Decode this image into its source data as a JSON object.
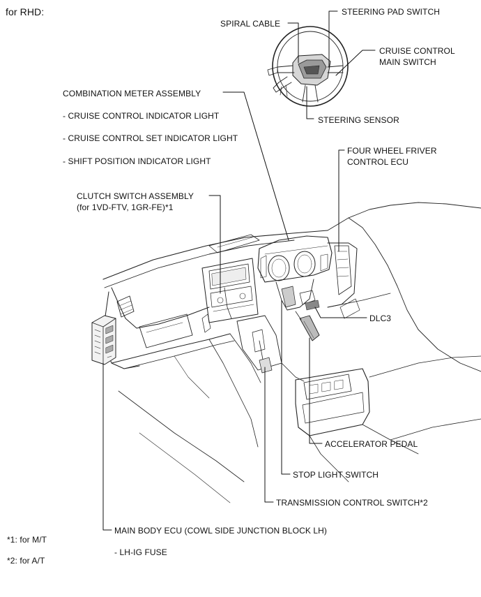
{
  "header": "for RHD:",
  "labels": {
    "spiral_cable": "SPIRAL CABLE",
    "steering_pad_switch": "STEERING PAD SWITCH",
    "cruise_control_main_switch": "CRUISE CONTROL",
    "cruise_control_main_switch_2": "MAIN SWITCH",
    "steering_sensor": "STEERING SENSOR",
    "combination_meter": "COMBINATION METER ASSEMBLY",
    "cruise_indicator": "- CRUISE CONTROL INDICATOR LIGHT",
    "cruise_set_indicator": "- CRUISE CONTROL SET INDICATOR LIGHT",
    "shift_position_indicator": "- SHIFT POSITION INDICATOR LIGHT",
    "four_wheel_ecu": "FOUR WHEEL FRIVER",
    "four_wheel_ecu_2": "CONTROL ECU",
    "clutch_switch": "CLUTCH SWITCH ASSEMBLY",
    "clutch_switch_2": "(for 1VD-FTV, 1GR-FE)*1",
    "dlc3": "DLC3",
    "accelerator_pedal": "ACCELERATOR PEDAL",
    "stop_light_switch": "STOP LIGHT SWITCH",
    "transmission_control_switch": "TRANSMISSION CONTROL SWITCH*2",
    "main_body_ecu": "MAIN BODY ECU (COWL SIDE JUNCTION BLOCK LH)",
    "lh_ig_fuse": "- LH-IG FUSE"
  },
  "footnotes": {
    "note1": "*1: for M/T",
    "note2": "*2: for A/T"
  }
}
